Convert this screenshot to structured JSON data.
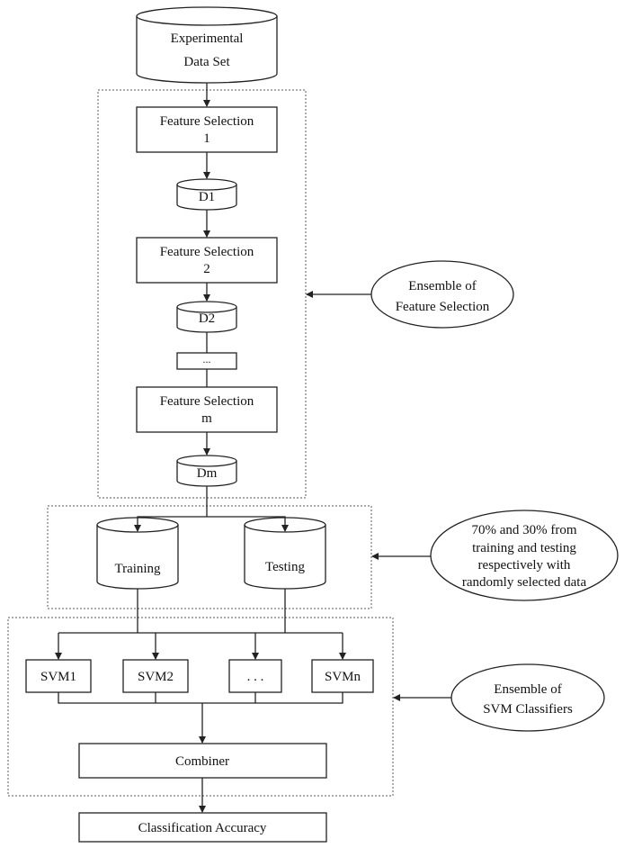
{
  "nodes": {
    "experimental_data_set": [
      "Experimental",
      "Data Set"
    ],
    "feature_selection_1": [
      "Feature Selection",
      "1"
    ],
    "d1": "D1",
    "feature_selection_2": [
      "Feature Selection",
      "2"
    ],
    "d2": "D2",
    "ellipsis_box": "...",
    "feature_selection_m": [
      "Feature Selection",
      "m"
    ],
    "dm": "Dm",
    "training": "Training",
    "testing": "Testing",
    "svm1": "SVM1",
    "svm2": "SVM2",
    "svm_ellipsis": ". . .",
    "svmn": "SVMn",
    "combiner": "Combiner",
    "classification_accuracy": "Classification Accuracy"
  },
  "annotations": {
    "ensemble_feature_selection": [
      "Ensemble of",
      "Feature Selection"
    ],
    "split_note": [
      "70% and 30% from",
      "training and testing",
      "respectively with",
      "randomly selected data"
    ],
    "ensemble_svm": [
      "Ensemble of",
      "SVM Classifiers"
    ]
  }
}
